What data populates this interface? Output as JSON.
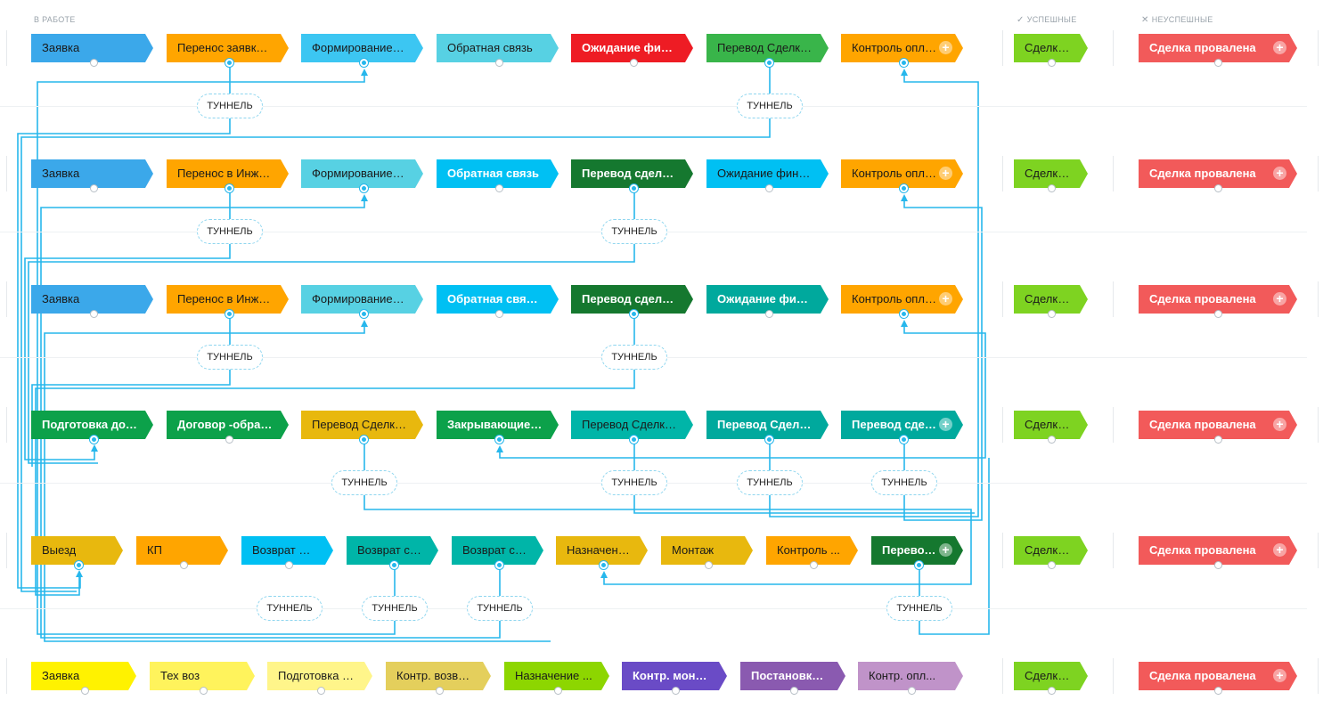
{
  "sections": {
    "in_progress": "В РАБОТЕ",
    "success": "УСПЕШНЫЕ",
    "failure": "НЕУСПЕШНЫЕ"
  },
  "tunnel_label": "ТУННЕЛЬ",
  "rows": [
    {
      "stages": [
        {
          "label": "Заявка",
          "color": "#3ba8ea",
          "text_color": "#1a1a1a",
          "bold": false
        },
        {
          "label": "Перенос заявки ...",
          "color": "#ffa500",
          "text_color": "#1a1a1a",
          "bold": false
        },
        {
          "label": "Формирование и...",
          "color": "#3cc6f2",
          "text_color": "#1a1a1a",
          "bold": false
        },
        {
          "label": "Обратная связь",
          "color": "#57d1e3",
          "text_color": "#1a1a1a",
          "bold": false
        },
        {
          "label": "Ожидание фина...",
          "color": "#ee1c24",
          "text_color": "#ffffff",
          "bold": true
        },
        {
          "label": "Перевод Сделки ...",
          "color": "#39b54a",
          "text_color": "#1a1a1a",
          "bold": false
        },
        {
          "label": "Контроль опла...",
          "color": "#ffa500",
          "text_color": "#1a1a1a",
          "bold": false
        }
      ],
      "success": "Сделка ...",
      "failure": "Сделка провалена"
    },
    {
      "stages": [
        {
          "label": "Заявка",
          "color": "#3ba8ea",
          "text_color": "#1a1a1a",
          "bold": false
        },
        {
          "label": "Перенос в Инже...",
          "color": "#ffa500",
          "text_color": "#1a1a1a",
          "bold": false
        },
        {
          "label": "Формирование и...",
          "color": "#57d1e3",
          "text_color": "#1a1a1a",
          "bold": false
        },
        {
          "label": "Обратная связь",
          "color": "#00c0f3",
          "text_color": "#ffffff",
          "bold": true
        },
        {
          "label": "Перевод сделки ...",
          "color": "#15782f",
          "text_color": "#ffffff",
          "bold": true
        },
        {
          "label": "Ожидание фина...",
          "color": "#00c0f3",
          "text_color": "#1a1a1a",
          "bold": false
        },
        {
          "label": "Контроль опла...",
          "color": "#ffa500",
          "text_color": "#1a1a1a",
          "bold": false
        }
      ],
      "success": "Сделка ...",
      "failure": "Сделка провалена"
    },
    {
      "stages": [
        {
          "label": "Заявка",
          "color": "#3ba8ea",
          "text_color": "#1a1a1a",
          "bold": false
        },
        {
          "label": "Перенос в Инже...",
          "color": "#ffa500",
          "text_color": "#1a1a1a",
          "bold": false
        },
        {
          "label": "Формирование и...",
          "color": "#57d1e3",
          "text_color": "#1a1a1a",
          "bold": false
        },
        {
          "label": "Обратная связь п...",
          "color": "#00c0f3",
          "text_color": "#ffffff",
          "bold": true
        },
        {
          "label": "Перевод сделки ...",
          "color": "#15782f",
          "text_color": "#ffffff",
          "bold": true
        },
        {
          "label": "Ожидание фина...",
          "color": "#00a99d",
          "text_color": "#ffffff",
          "bold": true
        },
        {
          "label": "Контроль опла...",
          "color": "#ffa500",
          "text_color": "#1a1a1a",
          "bold": false
        }
      ],
      "success": "Сделка ...",
      "failure": "Сделка провалена"
    },
    {
      "stages": [
        {
          "label": "Подготовка дого...",
          "color": "#0ca14a",
          "text_color": "#ffffff",
          "bold": true
        },
        {
          "label": "Договор -обратн...",
          "color": "#0ca14a",
          "text_color": "#ffffff",
          "bold": true
        },
        {
          "label": "Перевод Сделки ...",
          "color": "#e8b80e",
          "text_color": "#1a1a1a",
          "bold": false
        },
        {
          "label": "Закрывающие д...",
          "color": "#0ca14a",
          "text_color": "#ffffff",
          "bold": true
        },
        {
          "label": "Перевод Сделки ...",
          "color": "#00b5a8",
          "text_color": "#1a1a1a",
          "bold": false
        },
        {
          "label": "Перевод Сделки ...",
          "color": "#00a99d",
          "text_color": "#ffffff",
          "bold": true
        },
        {
          "label": "Перевод сделк...",
          "color": "#00a99d",
          "text_color": "#ffffff",
          "bold": true
        }
      ],
      "success": "Сделка ...",
      "failure": "Сделка провалена"
    },
    {
      "stages": [
        {
          "label": "Выезд",
          "color": "#e8b80e",
          "text_color": "#1a1a1a",
          "bold": false
        },
        {
          "label": "КП",
          "color": "#ffa500",
          "text_color": "#1a1a1a",
          "bold": false
        },
        {
          "label": "Возврат Сд...",
          "color": "#00c0f3",
          "text_color": "#1a1a1a",
          "bold": false
        },
        {
          "label": "Возврат сд...",
          "color": "#00b5a8",
          "text_color": "#1a1a1a",
          "bold": false
        },
        {
          "label": "Возврат сд...",
          "color": "#00b5a8",
          "text_color": "#1a1a1a",
          "bold": false
        },
        {
          "label": "Назначени...",
          "color": "#e8b80e",
          "text_color": "#1a1a1a",
          "bold": false
        },
        {
          "label": "Монтаж",
          "color": "#e8b80e",
          "text_color": "#1a1a1a",
          "bold": false
        },
        {
          "label": "Контроль ...",
          "color": "#ffa500",
          "text_color": "#1a1a1a",
          "bold": false
        },
        {
          "label": "Перевод...",
          "color": "#15782f",
          "text_color": "#ffffff",
          "bold": true
        }
      ],
      "success": "Сделка ...",
      "failure": "Сделка провалена"
    },
    {
      "stages": [
        {
          "label": "Заявка",
          "color": "#fff200",
          "text_color": "#1a1a1a",
          "bold": false
        },
        {
          "label": "Тех воз",
          "color": "#fff35c",
          "text_color": "#1a1a1a",
          "bold": false
        },
        {
          "label": "Подготовка д...",
          "color": "#fff58a",
          "text_color": "#1a1a1a",
          "bold": false
        },
        {
          "label": "Контр. возвр. ...",
          "color": "#e4cf5c",
          "text_color": "#1a1a1a",
          "bold": false
        },
        {
          "label": "Назначение ...",
          "color": "#8dd600",
          "text_color": "#1a1a1a",
          "bold": false
        },
        {
          "label": "Контр. монта...",
          "color": "#6a4bc6",
          "text_color": "#ffffff",
          "bold": true
        },
        {
          "label": "Постановка н...",
          "color": "#8a5ab0",
          "text_color": "#ffffff",
          "bold": true
        },
        {
          "label": "Контр. опл...",
          "color": "#c093c9",
          "text_color": "#1a1a1a",
          "bold": false
        }
      ],
      "success": "Сделка ...",
      "failure": "Сделка провалена"
    }
  ],
  "colors": {
    "success": "#7ed321",
    "failure": "#f25a5a",
    "wire": "#27b7ec"
  }
}
